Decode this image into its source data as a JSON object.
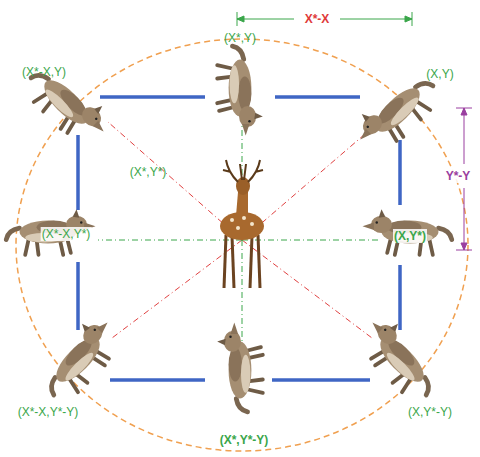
{
  "diagram": {
    "labels": [
      "X*-X",
      "(X*,Y)",
      "(X*-X,Y)",
      "(X,Y)",
      "Y*-Y",
      "(X*,Y*)",
      "(X*-X,Y*)",
      "(X,Y*)",
      "(X*-X,Y*-Y)",
      "(X*,Y*-Y)",
      "(X,Y*-Y)"
    ]
  }
}
